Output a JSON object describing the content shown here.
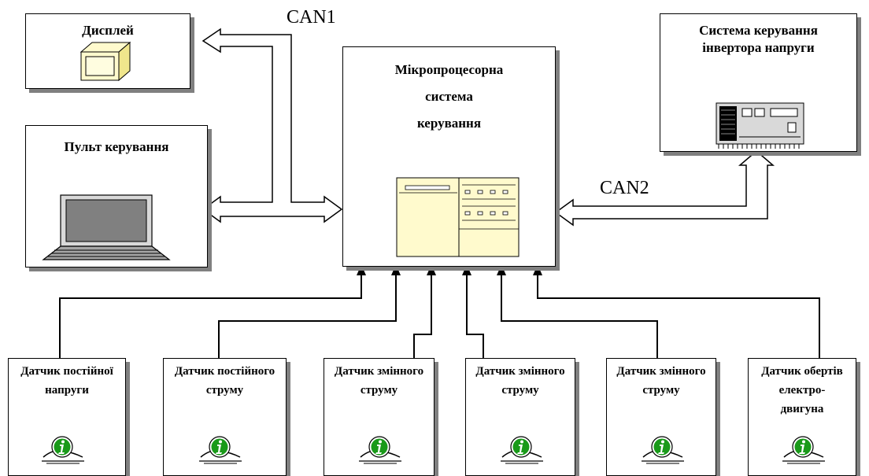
{
  "colors": {
    "line": "#000000",
    "shadow": "#808080",
    "device_fill": "#fffacd",
    "computer_fill": "#d9d9d9",
    "sensor_icon_green": "#1a9a1a"
  },
  "bus": {
    "can1": "CAN1",
    "can2": "CAN2"
  },
  "display": {
    "title": "Дисплей",
    "icon": "display-icon"
  },
  "console": {
    "title": "Пульт керування",
    "icon": "laptop-icon"
  },
  "mcu": {
    "title_lines": [
      "Мікропроцесорна",
      "система",
      "керування"
    ],
    "icon": "controller-board-icon"
  },
  "inverter": {
    "title_lines": [
      "Система керування",
      "інвертора напруги"
    ],
    "icon": "computer-unit-icon"
  },
  "sensors": [
    {
      "lines": [
        "Датчик постійної",
        "напруги"
      ],
      "icon": "sensor-icon"
    },
    {
      "lines": [
        "Датчик постійного",
        "струму"
      ],
      "icon": "sensor-icon"
    },
    {
      "lines": [
        "Датчик змінного",
        "струму"
      ],
      "icon": "sensor-icon"
    },
    {
      "lines": [
        "Датчик змінного",
        "струму"
      ],
      "icon": "sensor-icon"
    },
    {
      "lines": [
        "Датчик змінного",
        "струму"
      ],
      "icon": "sensor-icon"
    },
    {
      "lines": [
        "Датчик обертів",
        "електро-",
        "двигуна"
      ],
      "icon": "sensor-icon"
    }
  ]
}
